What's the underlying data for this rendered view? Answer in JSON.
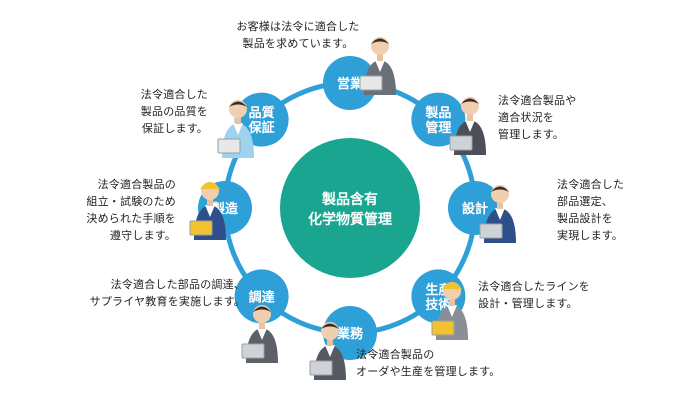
{
  "center": {
    "line1": "製品含有",
    "line2": "化学物質管理"
  },
  "nodes": [
    {
      "id": "sales",
      "lines": [
        "営業"
      ],
      "description": "お客様は法令に適合した\n製品を求めています。",
      "person": "businessman-with-tablet"
    },
    {
      "id": "product-mgmt",
      "lines": [
        "製品",
        "管理"
      ],
      "description": "法令適合製品や\n適合状況を\n管理します。",
      "person": "man-with-laptop"
    },
    {
      "id": "design",
      "lines": [
        "設計"
      ],
      "description": "法令適合した\n部品選定、\n製品設計を\n実現します。",
      "person": "engineer-with-laptop"
    },
    {
      "id": "production-tech",
      "lines": [
        "生産",
        "技術"
      ],
      "description": "法令適合したラインを\n設計・管理します。",
      "person": "woman-with-hardhat"
    },
    {
      "id": "operations",
      "lines": [
        "業務"
      ],
      "description": "法令適合製品の\nオーダや生産を管理します。",
      "person": "man-in-suit-with-laptop"
    },
    {
      "id": "procurement",
      "lines": [
        "調達"
      ],
      "description": "法令適合した部品の調達、\nサプライヤ教育を実施します。",
      "person": "man-with-laptop-and-tie"
    },
    {
      "id": "manufacturing",
      "lines": [
        "製造"
      ],
      "description": "法令適合製品の\n組立・試験のため\n決められた手順を\n遵守します。",
      "person": "factory-worker"
    },
    {
      "id": "quality",
      "lines": [
        "品質",
        "保証"
      ],
      "description": "法令適合した\n製品の品質を\n保証します。",
      "person": "woman-with-clipboard"
    }
  ],
  "colors": {
    "ring": "#2f9fd8",
    "node": "#2f9fd8",
    "center": "#1aa591",
    "label": "#ffffff",
    "text": "#222222"
  }
}
